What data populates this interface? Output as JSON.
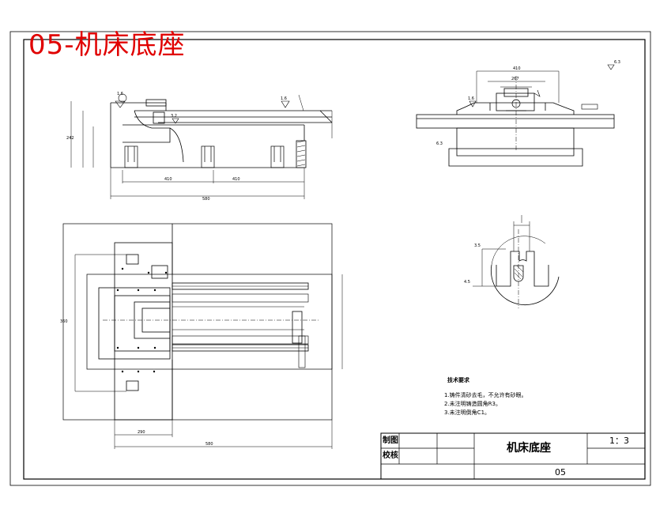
{
  "heading": "05-机床底座",
  "technical_requirements": {
    "title": "技术要求",
    "items": [
      "1.铸件清砂去毛，不允许有砂眼。",
      "2.未注明铸造圆角R3。",
      "3.未注明倒角C1。"
    ]
  },
  "title_block": {
    "drawn_label": "制图",
    "checked_label": "校核",
    "part_name": "机床底座",
    "scale": "1：3",
    "drawing_number": "05"
  },
  "dimensions": {
    "front_total": "580",
    "front_span_a": "410",
    "front_span_b": "410",
    "front_height": "242",
    "plan_width": "580",
    "plan_depth": "360",
    "plan_left": "290",
    "side_width": "410",
    "side_inner": "267",
    "detail_gap": "3.5",
    "detail_width": "4.5"
  },
  "roughness": [
    "1.6",
    "1.6",
    "3.2",
    "6.3"
  ],
  "colors": {
    "line": "#000000",
    "heading": "#e00000"
  }
}
